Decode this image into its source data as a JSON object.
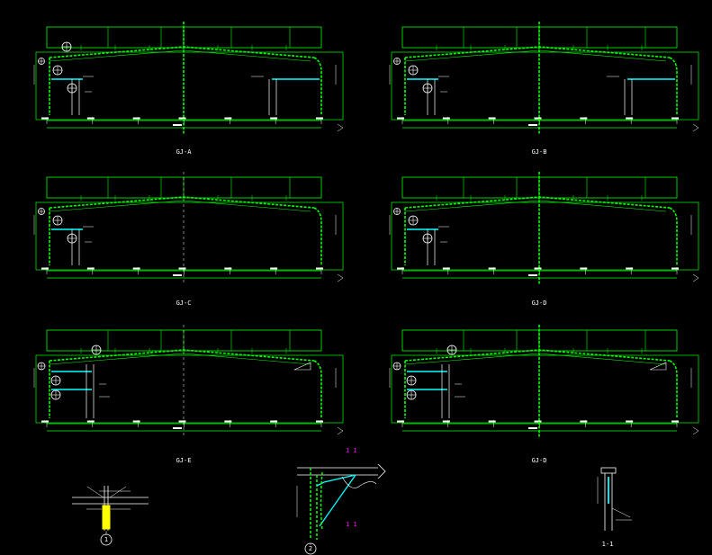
{
  "frames": [
    {
      "label": "GJ-A",
      "id": "gj-a"
    },
    {
      "label": "GJ-B",
      "id": "gj-b"
    },
    {
      "label": "GJ-C",
      "id": "gj-c"
    },
    {
      "label": "GJ-D",
      "id": "gj-d"
    },
    {
      "label": "GJ-E",
      "id": "gj-e"
    },
    {
      "label": "GJ-D",
      "id": "gj-d2"
    }
  ],
  "details": {
    "detail_1": "1",
    "detail_2": "2",
    "section_label": "1-1",
    "section_mark_top": "1  1",
    "section_mark_bottom": "1  1"
  },
  "colors": {
    "background": "#000000",
    "frame": "#00ff00",
    "dimension": "#ffffff",
    "member_dashed": "#00ff00",
    "plate": "#00ffff",
    "annotation": "#ffffff",
    "section_mark": "#ff00ff",
    "gusset": "#ffff00"
  }
}
